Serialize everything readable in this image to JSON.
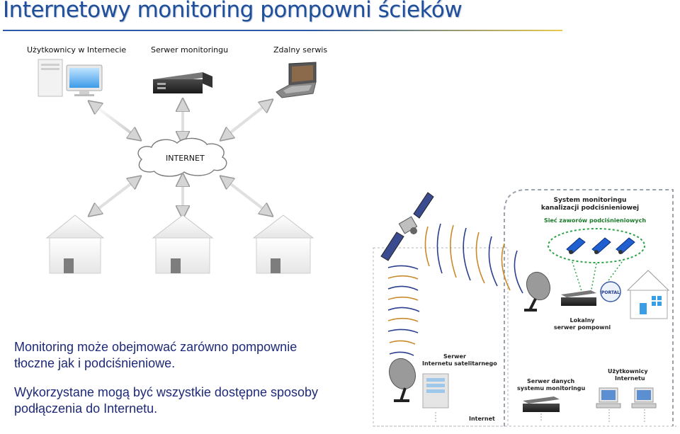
{
  "title": "Internetowy monitoring pompowni ścieków",
  "top_labels": {
    "users": "Użytkownicy w Internecie",
    "server": "Serwer monitoringu",
    "remote": "Zdalny serwis"
  },
  "cloud_label": "INTERNET",
  "caption_1": "Monitoring może obejmować zarówno pompownie tłoczne jak i podciśnieniowe.",
  "caption_2": "Wykorzystane mogą być wszystkie dostępne sposoby podłączenia do Internetu.",
  "right_panel": {
    "system_title_line1": "System monitoringu",
    "system_title_line2": "kanalizacji podciśnieniowej",
    "valves_label": "Sieć zaworów podciśnieniowych",
    "local_server_line1": "Lokalny",
    "local_server_line2": "serwer pompowni",
    "sat_server_line1": "Serwer",
    "sat_server_line2": "Internetu satelitarnego",
    "data_server_line1": "Serwer danych",
    "data_server_line2": "systemu monitoringu",
    "internet_users_line1": "Użytkownicy",
    "internet_users_line2": "Internetu",
    "internet_label": "Internet",
    "badge_text": "PORTAL"
  },
  "colors": {
    "title": "#1f4e9b",
    "caption": "#1e2a78",
    "wave_orange": "#c98a2c",
    "wave_blue": "#2b3f8f",
    "valve_blue": "#1f5fd0",
    "dashed_border": "#9aa3ad"
  }
}
